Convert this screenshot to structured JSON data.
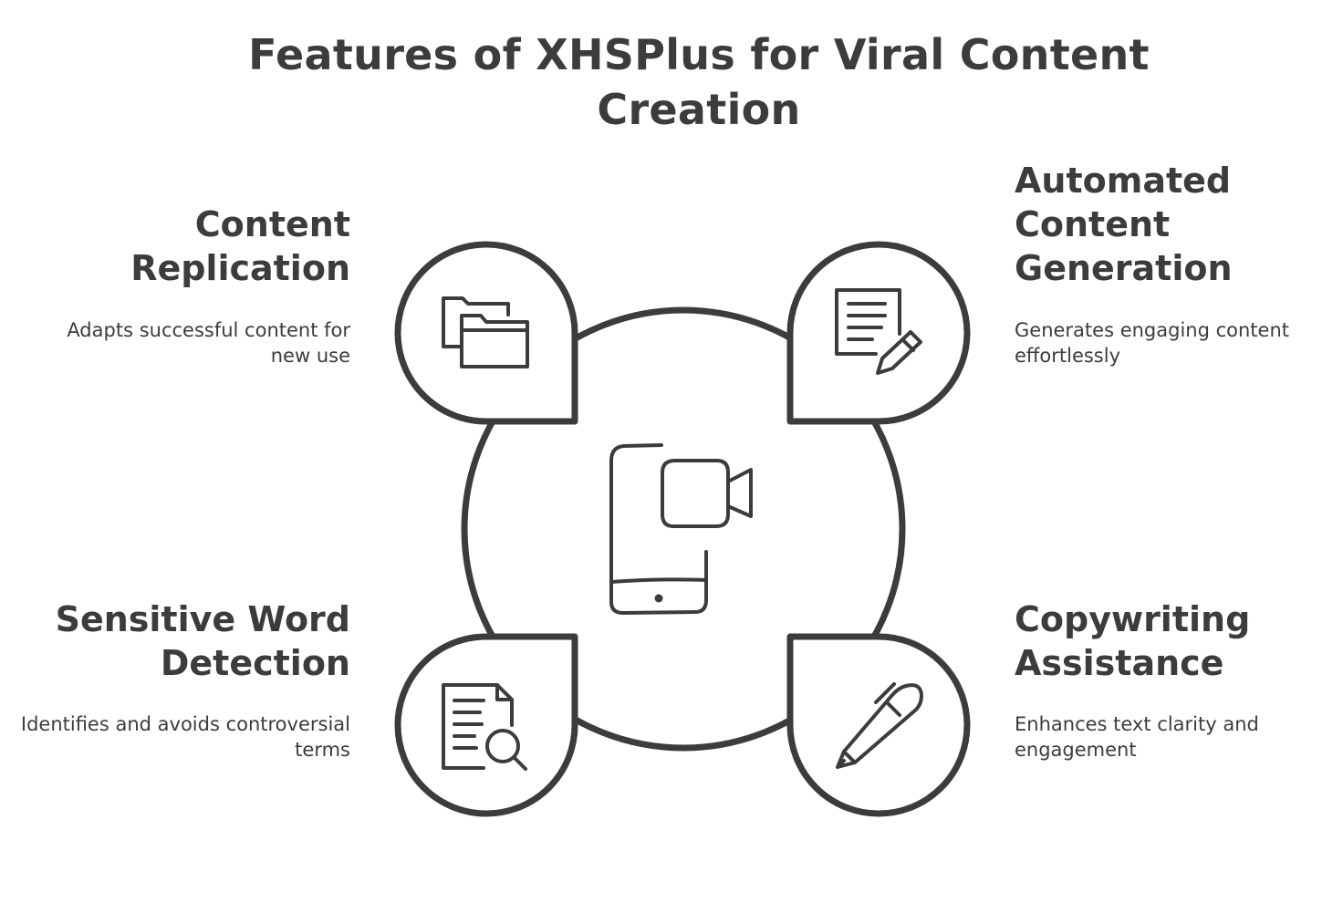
{
  "title": "Features of XHSPlus for Viral Content Creation",
  "features": {
    "top_left": {
      "title": "Content Replication",
      "description": "Adapts successful content for new use",
      "icon": "folders-icon"
    },
    "top_right": {
      "title": "Automated Content Generation",
      "description": "Generates engaging content effortlessly",
      "icon": "document-pencil-icon"
    },
    "bottom_left": {
      "title": "Sensitive Word Detection",
      "description": "Identifies and avoids controversial terms",
      "icon": "document-search-icon"
    },
    "bottom_right": {
      "title": "Copywriting Assistance",
      "description": "Enhances text clarity and engagement",
      "icon": "pen-icon"
    }
  },
  "center": {
    "icon": "phone-video-camera-icon"
  },
  "colors": {
    "stroke": "#3c3c3c",
    "background": "#ffffff"
  }
}
